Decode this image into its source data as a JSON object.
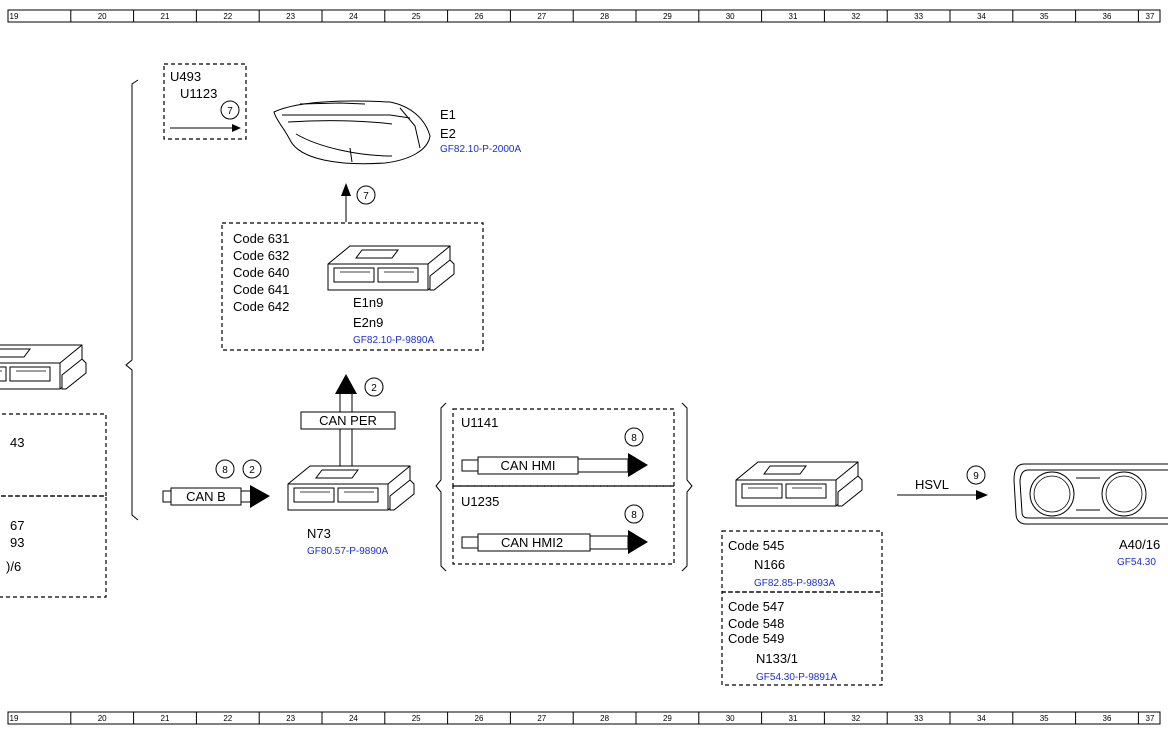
{
  "ruler": {
    "numbers": [
      "19",
      "20",
      "21",
      "22",
      "23",
      "24",
      "25",
      "26",
      "27",
      "28",
      "29",
      "30",
      "31",
      "32",
      "33",
      "34",
      "35",
      "36",
      "37"
    ]
  },
  "groups": {
    "left_partial": {
      "t1": "43",
      "t2": "67",
      "t3": "93",
      "t4": ")/6"
    },
    "u_box": {
      "u493": "U493",
      "u1123": "U1123",
      "badge": "7"
    },
    "headlamp": {
      "e1": "E1",
      "e2": "E2",
      "ref": "GF82.10-P-2000A",
      "arrow_badge": "7"
    },
    "e1n9_box": {
      "codes": [
        "Code 631",
        "Code 632",
        "Code 640",
        "Code 641",
        "Code 642"
      ],
      "e1n9": "E1n9",
      "e2n9": "E2n9",
      "ref": "GF82.10-P-9890A"
    },
    "can_per": {
      "label": "CAN PER",
      "badge": "2"
    },
    "can_b": {
      "label": "CAN B",
      "badge1": "8",
      "badge2": "2"
    },
    "n73": {
      "name": "N73",
      "ref": "GF80.57-P-9890A"
    },
    "hmi": {
      "u1141": "U1141",
      "can_hmi": "CAN HMI",
      "badge1": "8",
      "u1235": "U1235",
      "can_hmi2": "CAN HMI2",
      "badge2": "8"
    },
    "right_unit": {
      "code545": "Code 545",
      "n166": "N166",
      "n166_ref": "GF82.85-P-9893A",
      "code547": "Code 547",
      "code548": "Code 548",
      "code549": "Code 549",
      "n133": "N133/1",
      "n133_ref": "GF54.30-P-9891A"
    },
    "hsvl": {
      "label": "HSVL",
      "badge": "9"
    },
    "cluster": {
      "name": "A40/16",
      "ref": "GF54.30"
    }
  }
}
